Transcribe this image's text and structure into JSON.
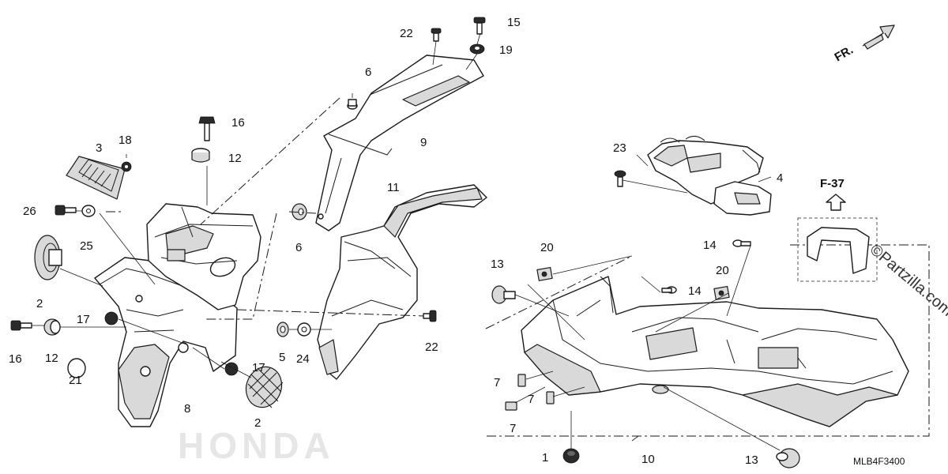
{
  "diagram": {
    "part_numbers": {
      "n1": "1",
      "n2a": "2",
      "n2b": "2",
      "n3": "3",
      "n4": "4",
      "n5": "5",
      "n6a": "6",
      "n6b": "6",
      "n7a": "7",
      "n7b": "7",
      "n7c": "7",
      "n8": "8",
      "n9": "9",
      "n10": "10",
      "n11": "11",
      "n12a": "12",
      "n12b": "12",
      "n13a": "13",
      "n13b": "13",
      "n14a": "14",
      "n14b": "14",
      "n15": "15",
      "n16a": "16",
      "n16b": "16",
      "n17a": "17",
      "n17b": "17",
      "n18": "18",
      "n19": "19",
      "n20a": "20",
      "n20b": "20",
      "n21": "21",
      "n22a": "22",
      "n22b": "22",
      "n23": "23",
      "n24": "24",
      "n25": "25",
      "n26": "26"
    },
    "front_indicator": "FR.",
    "reference_label": "F-37",
    "diagram_code": "MLB4F3400",
    "watermark": "©Partzilla.com",
    "faint_logo": "HONDA",
    "colors": {
      "line": "#1a1a1a",
      "background": "#ffffff"
    },
    "icons": [
      "front-arrow-icon",
      "reference-up-arrow-icon"
    ]
  }
}
